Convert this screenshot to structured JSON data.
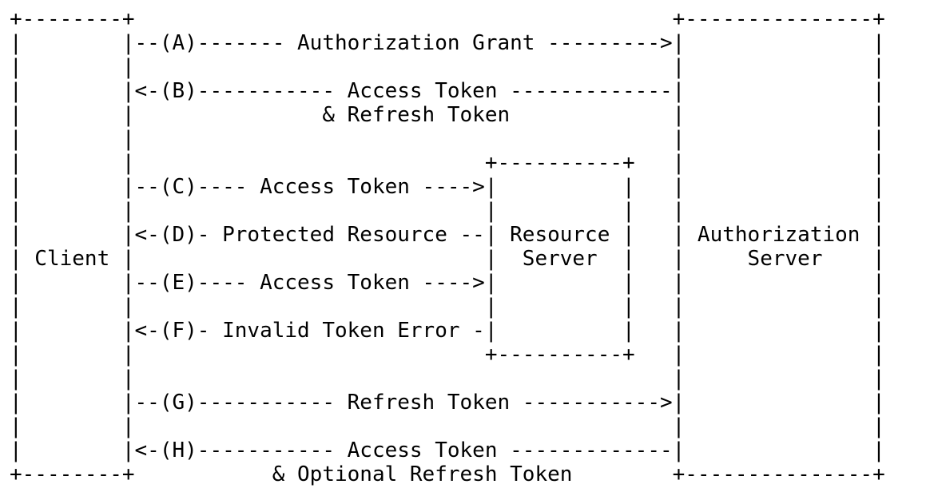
{
  "diagram": {
    "title": "",
    "lines": [
      "+--------+                                           +---------------+",
      "|        |--(A)------- Authorization Grant --------->|               |",
      "|        |                                           |               |",
      "|        |<-(B)----------- Access Token -------------|               |",
      "|        |               & Refresh Token             |               |",
      "|        |                                           |               |",
      "|        |                            +----------+   |               |",
      "|        |--(C)---- Access Token ---->|          |   |               |",
      "|        |                            |          |   |               |",
      "|        |<-(D)- Protected Resource --| Resource |   | Authorization |",
      "| Client |                            |  Server  |   |     Server    |",
      "|        |--(E)---- Access Token ---->|          |   |               |",
      "|        |                            |          |   |               |",
      "|        |<-(F)- Invalid Token Error -|          |   |               |",
      "|        |                            +----------+   |               |",
      "|        |                                           |               |",
      "|        |--(G)----------- Refresh Token ----------->|               |",
      "|        |                                           |               |",
      "|        |<-(H)----------- Access Token -------------|               |",
      "+--------+           & Optional Refresh Token        +---------------+"
    ]
  }
}
